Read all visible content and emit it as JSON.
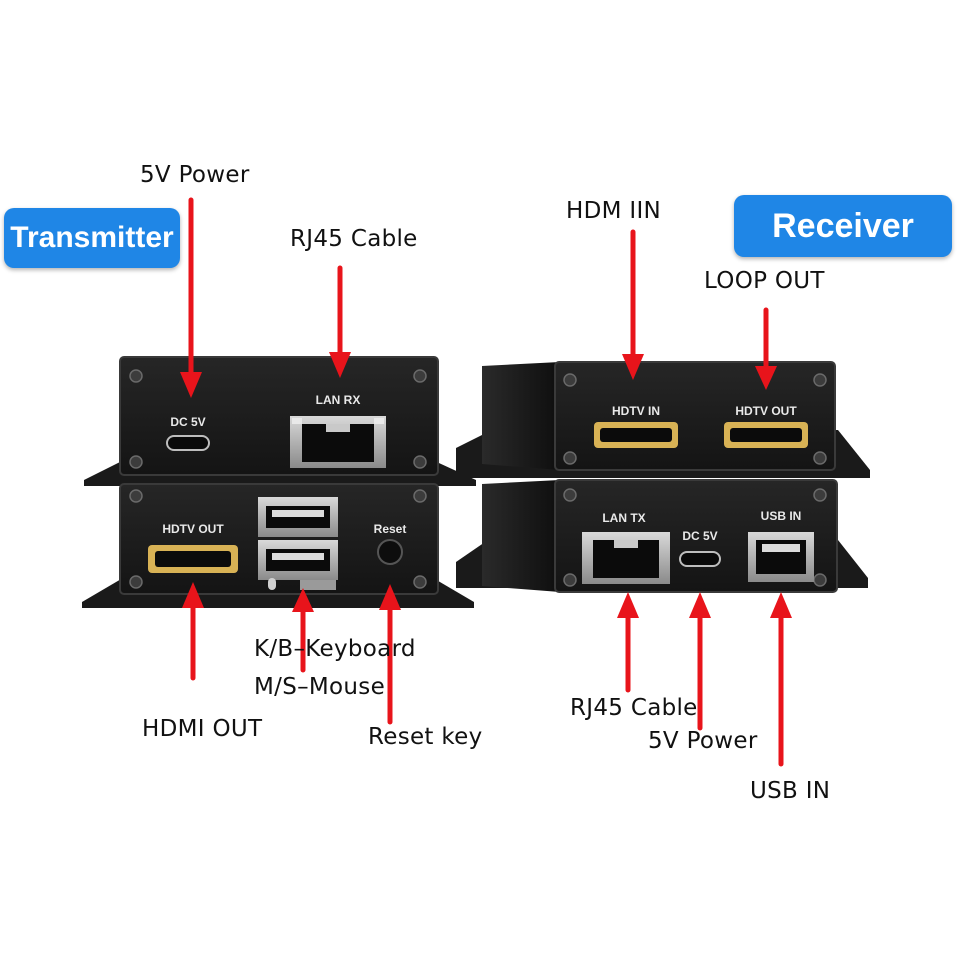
{
  "badges": {
    "transmitter": "Transmitter",
    "receiver": "Receiver"
  },
  "labels": {
    "tx_power": "5V Power",
    "tx_rj45": "RJ45 Cable",
    "rx_hdmi_in": "HDM IIN",
    "rx_loop_out": "LOOP OUT",
    "tx_kb": "K/B–Keyboard",
    "tx_ms": "M/S–Mouse",
    "tx_hdmi_out": "HDMI OUT",
    "tx_reset": "Reset key",
    "rx_rj45": "RJ45 Cable",
    "rx_power": "5V Power",
    "rx_usb_in": "USB IN"
  },
  "panel_text": {
    "tx_dc": "DC 5V",
    "tx_lanrx": "LAN RX",
    "tx_hdtv_out": "HDTV OUT",
    "tx_reset": "Reset",
    "rx_hdtv_in": "HDTV IN",
    "rx_hdtv_out": "HDTV OUT",
    "rx_lantx": "LAN TX",
    "rx_dc": "DC 5V",
    "rx_usb_in": "USB IN"
  },
  "colors": {
    "badge": "#1f86e6",
    "arrow": "#e8141b",
    "device": "#1b1b1b"
  }
}
